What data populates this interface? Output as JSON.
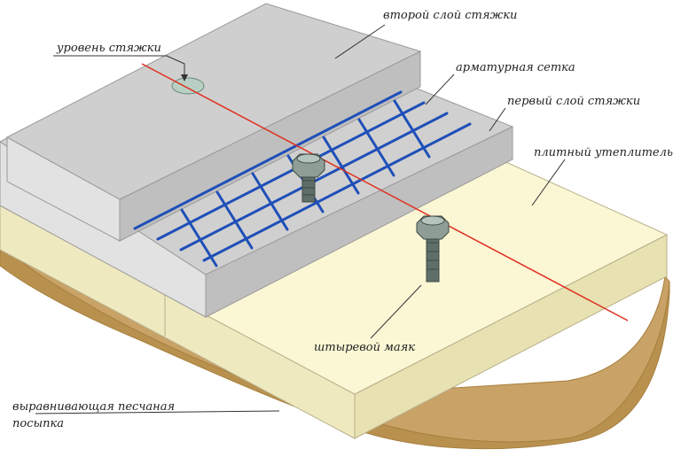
{
  "labels": {
    "second_layer": "второй слой стяжки",
    "screed_level": "уровень стяжки",
    "rebar_mesh": "арматурная сетка",
    "first_layer": "первый слой стяжки",
    "insulation": "плитный утеплитель",
    "pin_beacon": "штыревой маяк",
    "sand_line1": "выравнивающая песчаная",
    "sand_line2": "посыпка"
  },
  "colors": {
    "sand": "#c9a267",
    "sand_edge": "#a7803f",
    "insulation_top": "#fbf6d4",
    "insulation_side": "#efe9bf",
    "screed_top": "#d0d0d0",
    "screed_side": "#bfbfbf",
    "screed_front": "#e2e2e2",
    "mesh": "#1f4fb8",
    "level_line": "#e03020",
    "bolt": "#8e9e97"
  },
  "icons": {
    "bolt": "hex-bolt-icon",
    "level_disc": "level-disc-icon"
  }
}
